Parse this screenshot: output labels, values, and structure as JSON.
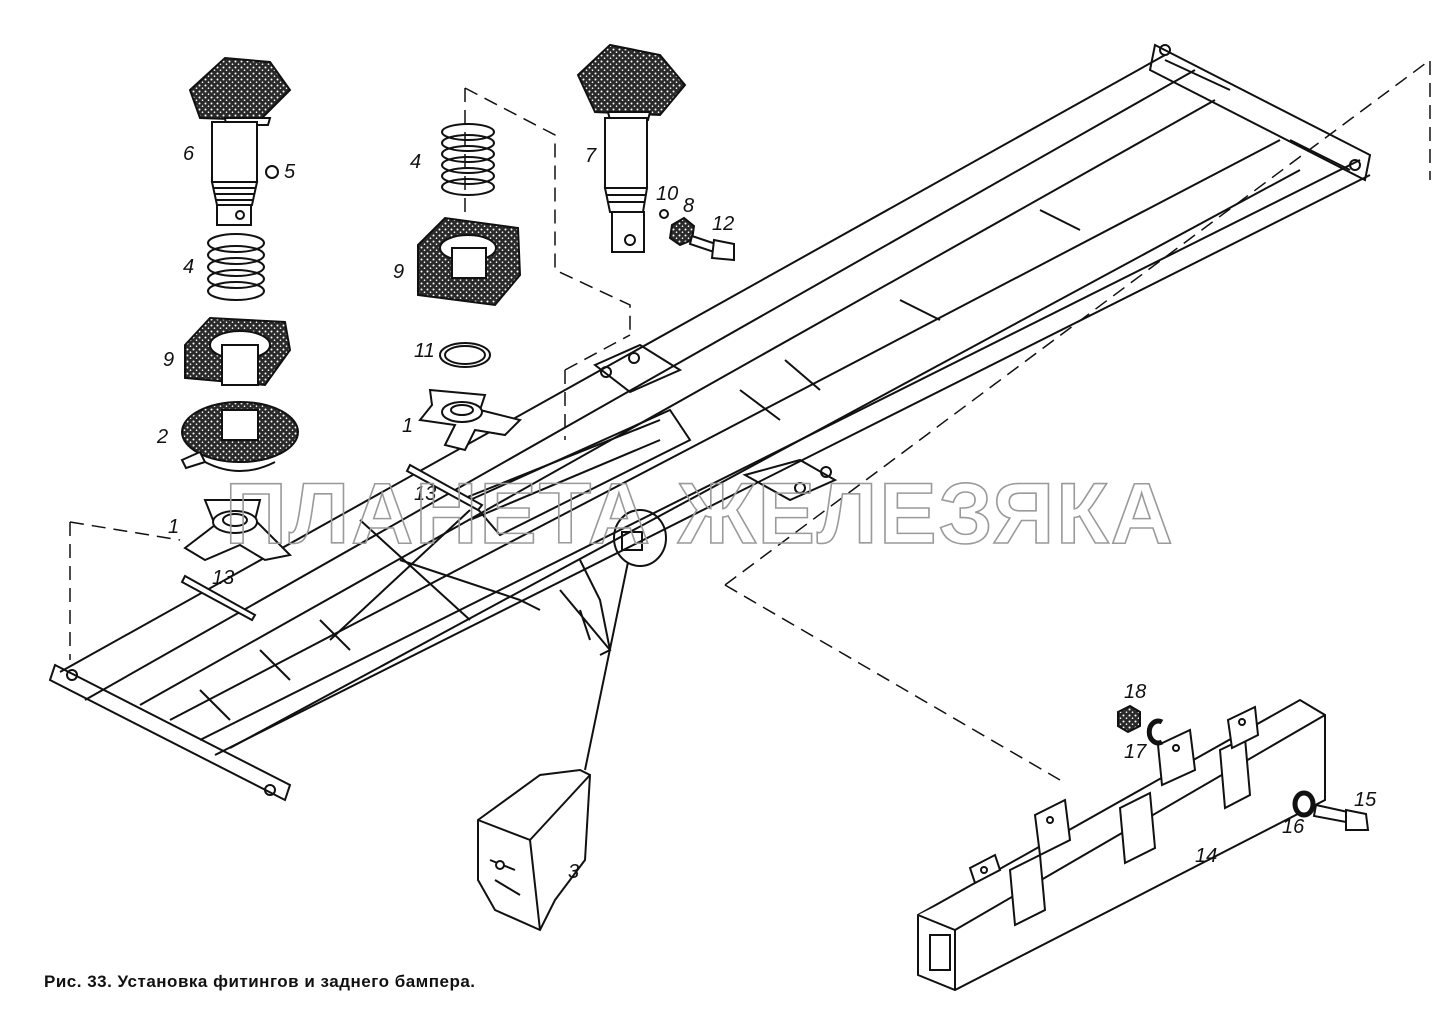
{
  "caption": "Рис. 33. Установка фитингов и заднего бампера.",
  "watermark": "ПЛАНЕТА ЖЕЛЕЗЯКА",
  "labels": [
    "1",
    "1",
    "2",
    "3",
    "4",
    "4",
    "5",
    "6",
    "7",
    "8",
    "9",
    "9",
    "10",
    "11",
    "12",
    "13",
    "13",
    "14",
    "15",
    "16",
    "17",
    "18"
  ],
  "colors": {
    "ink": "#111111",
    "watermark": "#9a9a9a",
    "background": "#ffffff"
  }
}
